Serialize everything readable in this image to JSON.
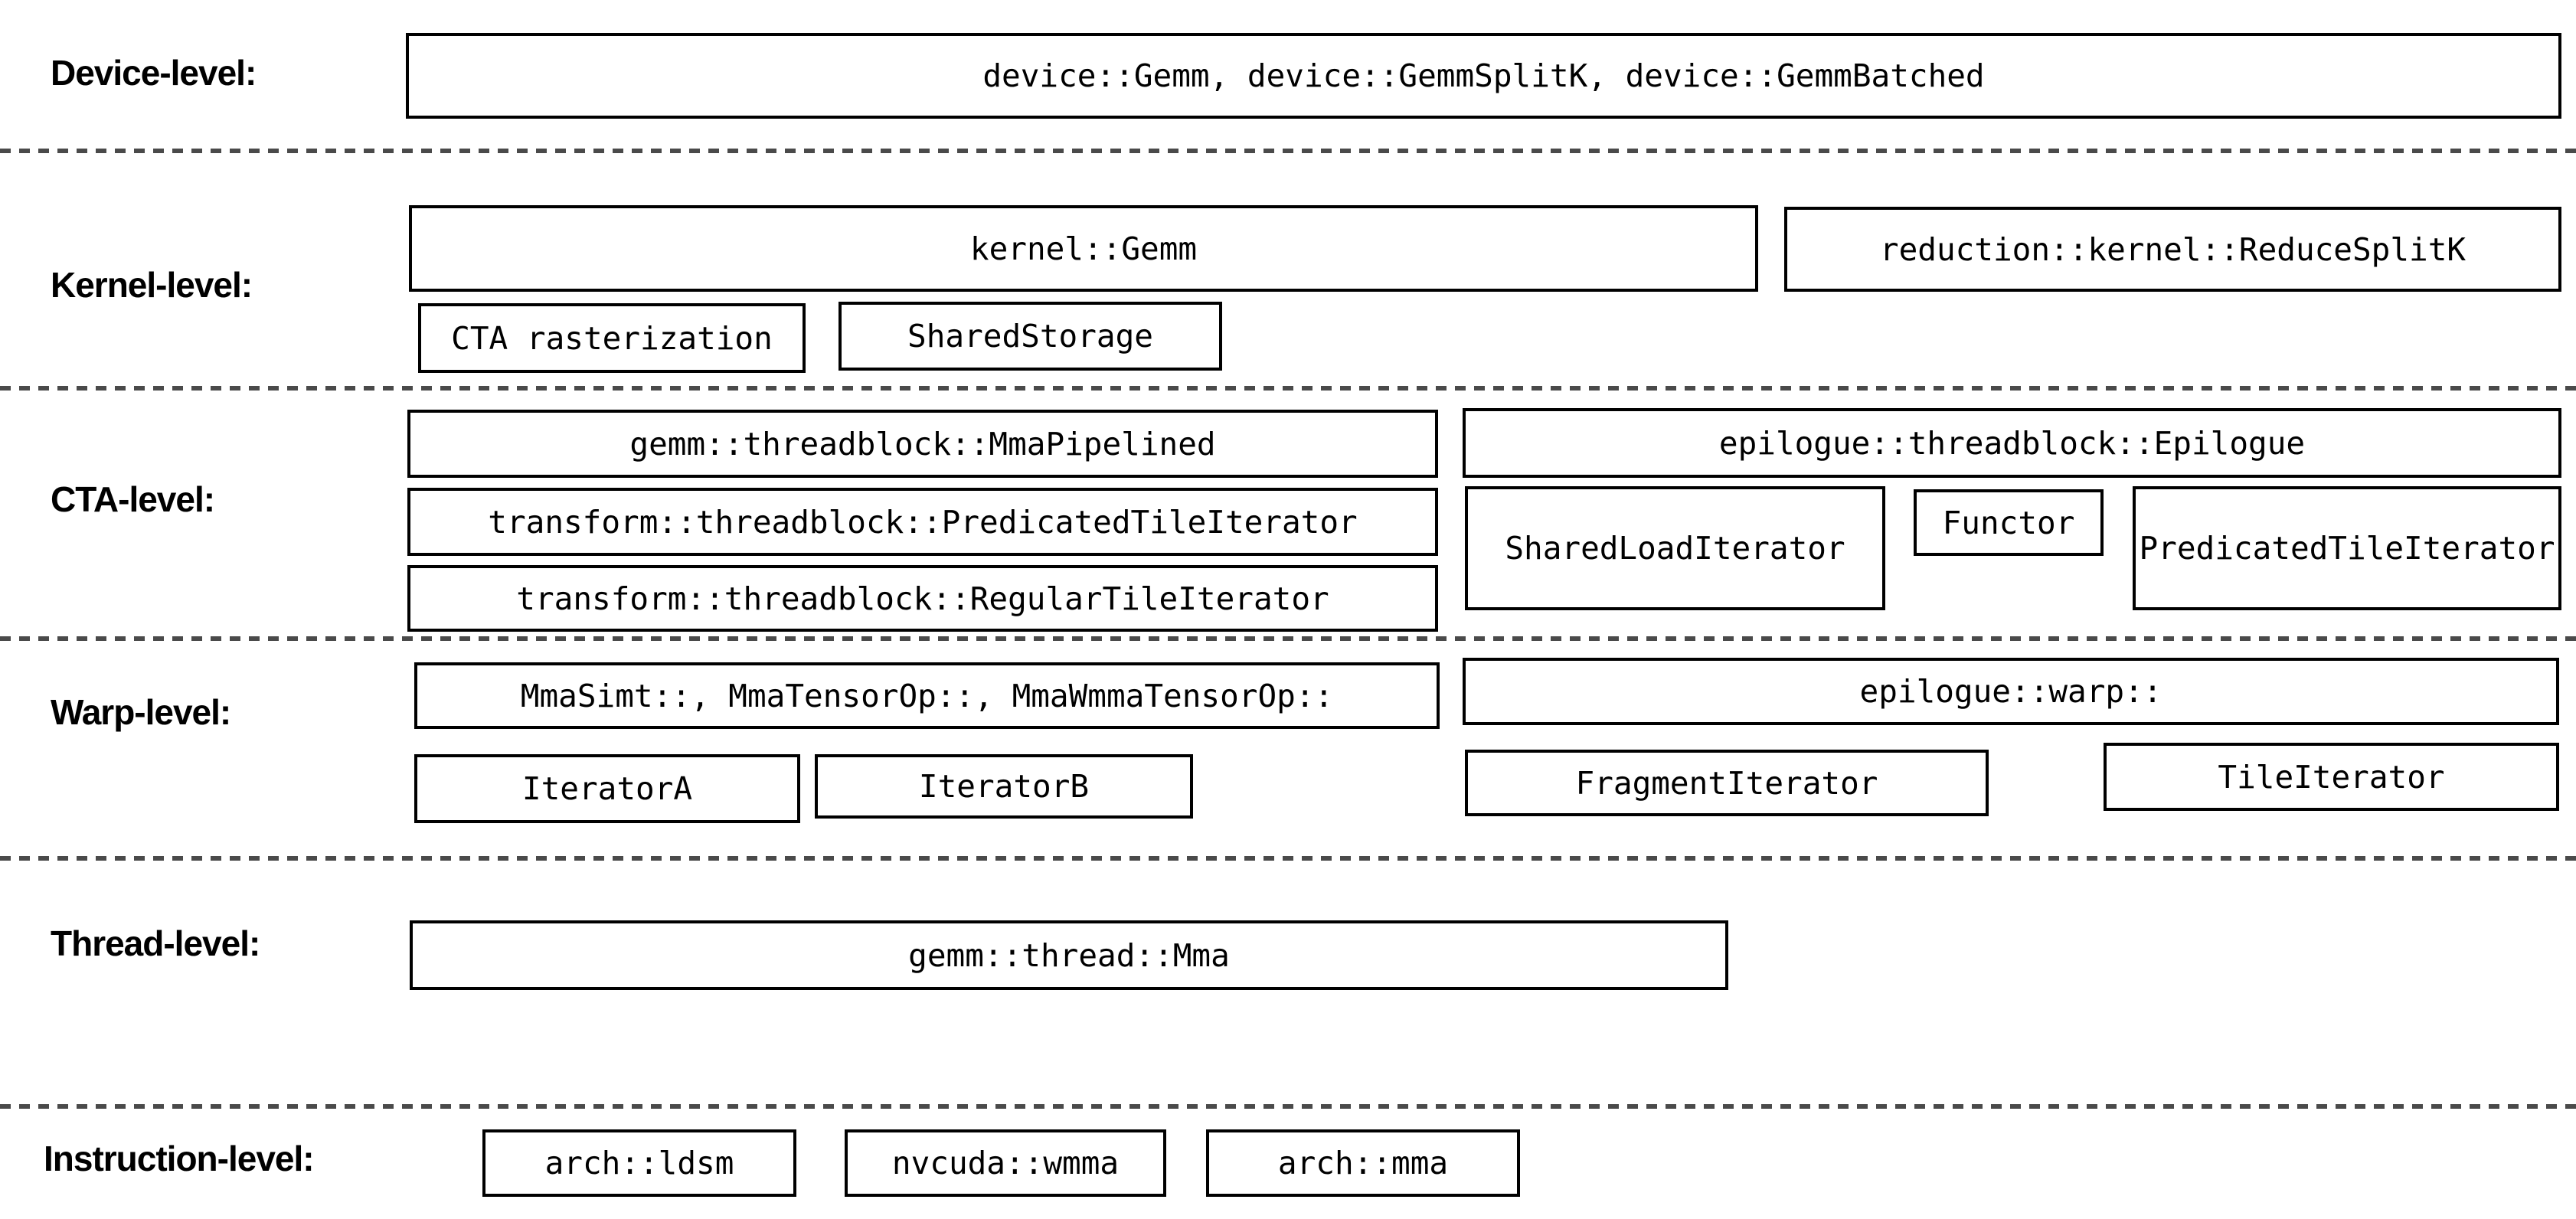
{
  "colors": {
    "background": "#ffffff",
    "box_border": "#000000",
    "text": "#000000",
    "separator": "#4a4a4a"
  },
  "levels": [
    {
      "label": "Device-level:",
      "boxes": [
        {
          "text": "device::Gemm, device::GemmSplitK, device::GemmBatched"
        }
      ]
    },
    {
      "label": "Kernel-level:",
      "boxes": [
        {
          "text": "kernel::Gemm"
        },
        {
          "text": "reduction::kernel::ReduceSplitK"
        },
        {
          "text": "CTA rasterization"
        },
        {
          "text": "SharedStorage"
        }
      ]
    },
    {
      "label": "CTA-level:",
      "boxes": [
        {
          "text": "gemm::threadblock::MmaPipelined"
        },
        {
          "text": "transform::threadblock::PredicatedTileIterator"
        },
        {
          "text": "transform::threadblock::RegularTileIterator"
        },
        {
          "text": "epilogue::threadblock::Epilogue"
        },
        {
          "text": "SharedLoadIterator"
        },
        {
          "text": "Functor"
        },
        {
          "text": "PredicatedTileIterator"
        }
      ]
    },
    {
      "label": "Warp-level:",
      "boxes": [
        {
          "text": "MmaSimt::, MmaTensorOp::, MmaWmmaTensorOp::"
        },
        {
          "text": "epilogue::warp::"
        },
        {
          "text": "IteratorA"
        },
        {
          "text": "IteratorB"
        },
        {
          "text": "FragmentIterator"
        },
        {
          "text": "TileIterator"
        }
      ]
    },
    {
      "label": "Thread-level:",
      "boxes": [
        {
          "text": "gemm::thread::Mma"
        }
      ]
    },
    {
      "label": "Instruction-level:",
      "boxes": [
        {
          "text": "arch::ldsm"
        },
        {
          "text": "nvcuda::wmma"
        },
        {
          "text": "arch::mma"
        }
      ]
    }
  ]
}
